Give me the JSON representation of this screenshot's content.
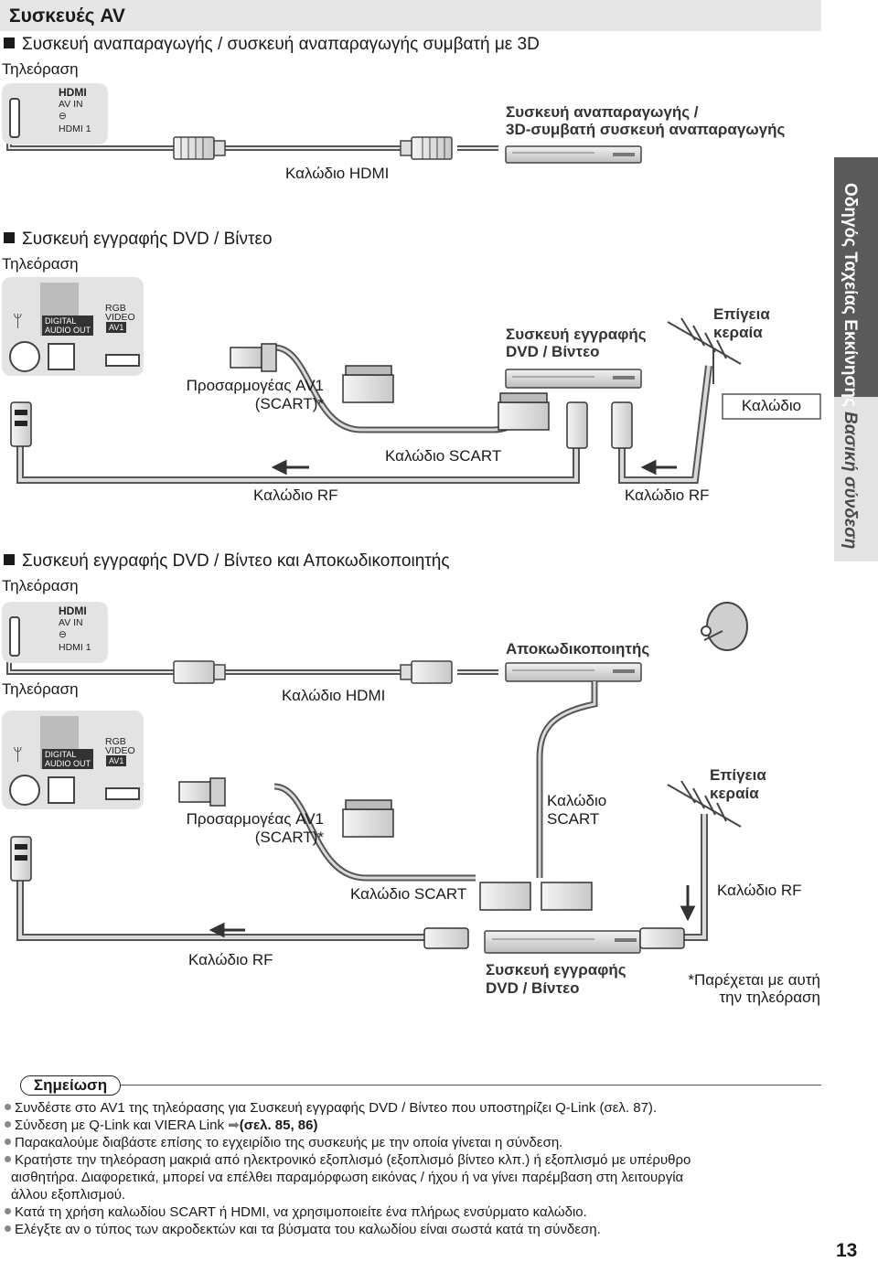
{
  "header": {
    "title": "Συσκευές AV"
  },
  "side_tab": {
    "primary": "Οδηγός Ταχείας Εκκίνησης",
    "secondary": "Βασική σύνδεση"
  },
  "section1": {
    "title": "Συσκευή αναπαραγωγής / συσκευή αναπαραγωγής συμβατή με 3D",
    "tv_label": "Τηλεόραση",
    "panel": {
      "hdmi_logo": "HDMI",
      "av_in": "AV IN",
      "hdmi_port": "HDMI 1"
    },
    "player_label_1": "Συσκευή αναπαραγωγής /",
    "player_label_2": "3D-συμβατή συσκευή αναπαραγωγής",
    "cable_label": "Καλώδιο HDMI"
  },
  "section2": {
    "title": "Συσκευή εγγραφής DVD / Βίντεο",
    "tv_label": "Τηλεόραση",
    "panel": {
      "digital_audio_1": "DIGITAL",
      "digital_audio_2": "AUDIO OUT",
      "rgb": "RGB",
      "video": "VIDEO",
      "av1": "AV1"
    },
    "adapter_label_1": "Προσαρμογέας AV1",
    "adapter_label_2": "(SCART)*",
    "recorder_label_1": "Συσκευή εγγραφής",
    "recorder_label_2": "DVD / Βίντεο",
    "antenna_label_1": "Επίγεια",
    "antenna_label_2": "κεραία",
    "cable_box_label": "Καλώδιο",
    "scart_label": "Καλώδιο SCART",
    "rf_label_left": "Καλώδιο RF",
    "rf_label_right": "Καλώδιο RF"
  },
  "section3": {
    "title": "Συσκευή εγγραφής DVD / Βίντεο και Αποκωδικοποιητής",
    "tv_label_1": "Τηλεόραση",
    "tv_label_2": "Τηλεόραση",
    "panel": {
      "hdmi_logo": "HDMI",
      "av_in": "AV IN",
      "hdmi_port": "HDMI 1",
      "digital_audio_1": "DIGITAL",
      "digital_audio_2": "AUDIO OUT",
      "rgb": "RGB",
      "video": "VIDEO",
      "av1": "AV1"
    },
    "decoder_label": "Αποκωδικοποιητής",
    "hdmi_cable_label": "Καλώδιο HDMI",
    "adapter_label_1": "Προσαρμογέας AV1",
    "adapter_label_2": "(SCART)*",
    "scart_label_mid_1": "Καλώδιο",
    "scart_label_mid_2": "SCART",
    "antenna_label_1": "Επίγεια",
    "antenna_label_2": "κεραία",
    "scart_label": "Καλώδιο SCART",
    "rf_label_right": "Καλώδιο RF",
    "rf_label_left": "Καλώδιο RF",
    "recorder_label_1": "Συσκευή εγγραφής",
    "recorder_label_2": "DVD / Βίντεο",
    "footnote_1": "*Παρέχεται με αυτή",
    "footnote_2": "την τηλεόραση"
  },
  "note": {
    "label": "Σημείωση",
    "items": [
      "Συνδέστε στο AV1 της τηλεόρασης για Συσκευή εγγραφής DVD / Βίντεο που υποστηρίζει Q-Link (σελ. 87).",
      "Σύνδεση με Q-Link και VIERA Link",
      "(σελ. 85, 86)",
      "Παρακαλούμε διαβάστε επίσης το εγχειρίδιο της συσκευής με την οποία γίνεται η σύνδεση.",
      "Κρατήστε την τηλεόραση μακριά από ηλεκτρονικό εξοπλισμό (εξοπλισμό βίντεο κλπ.) ή εξοπλισμό με υπέρυθρο",
      "αισθητήρα. Διαφορετικά, μπορεί να επέλθει παραμόρφωση εικόνας / ήχου ή να γίνει παρέμβαση στη λειτουργία",
      "άλλου εξοπλισμού.",
      "Κατά τη χρήση καλωδίου SCART ή HDMI, να χρησιμοποιείτε ένα πλήρως ενσύρματο καλώδιο.",
      "Ελέγξτε αν ο τύπος των ακροδεκτών και τα βύσματα του καλωδίου είναι σωστά κατά τη σύνδεση."
    ]
  },
  "page_number": "13"
}
